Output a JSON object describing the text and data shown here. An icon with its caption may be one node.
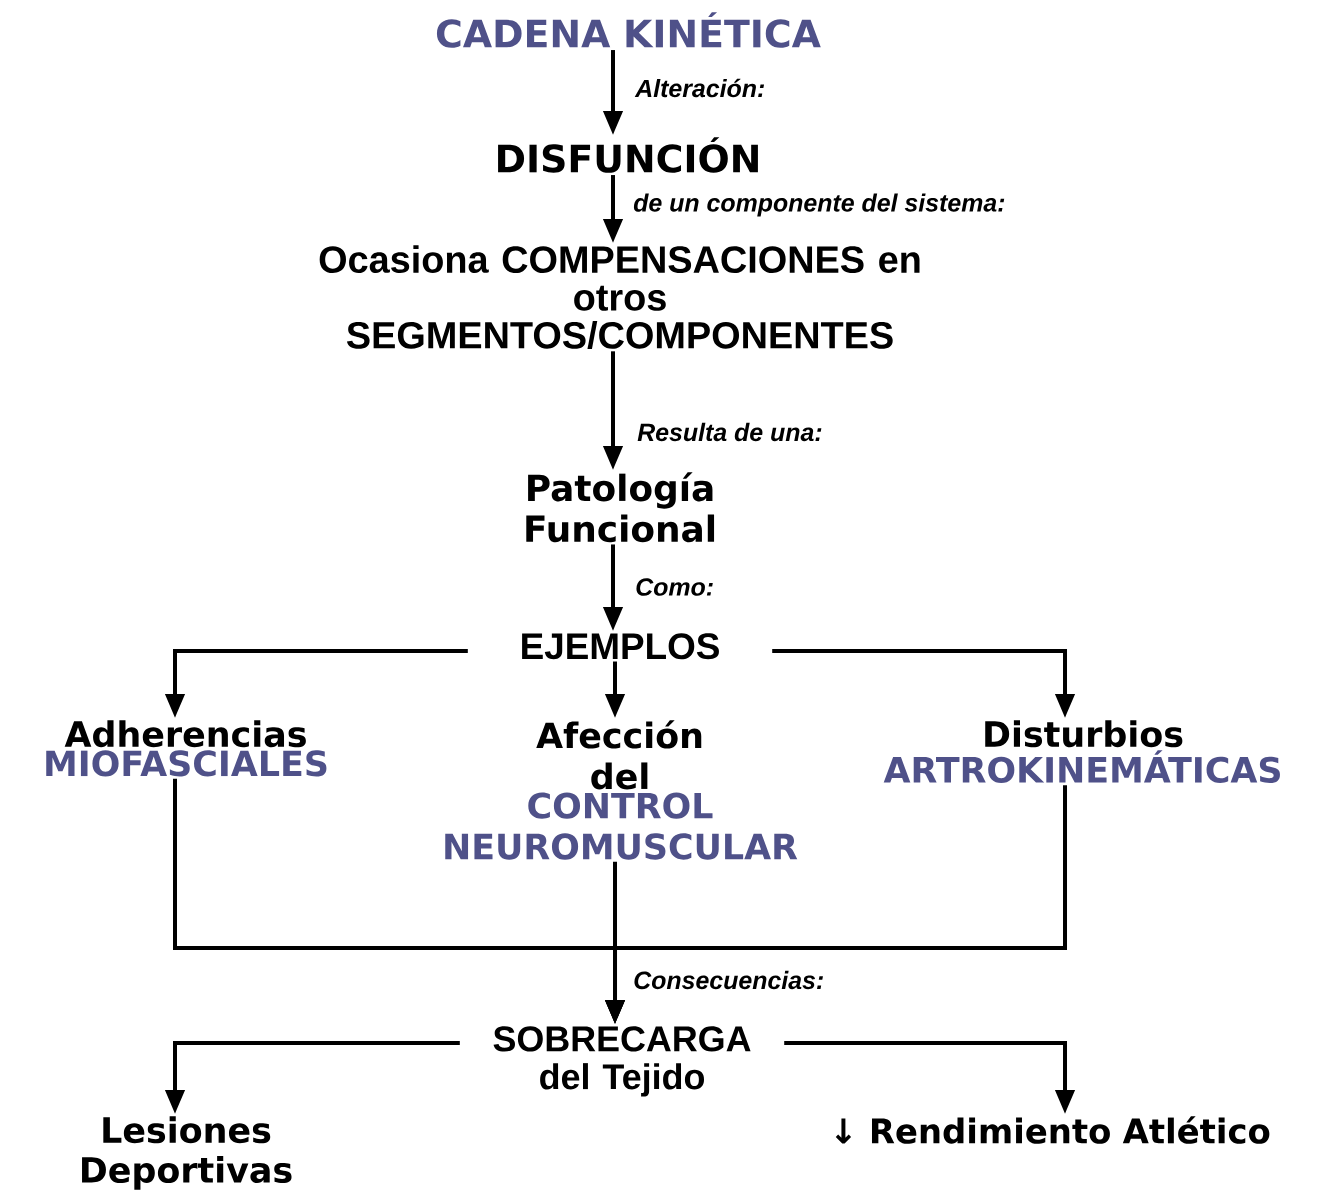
{
  "diagram": {
    "nodes": [
      {
        "text": [
          "CADENA KINÉTICA"
        ]
      },
      {
        "text": [
          "DISFUNCIÓN"
        ]
      },
      {
        "text": [
          "Ocasiona COMPENSACIONES en otros SEGMENTOS/COMPONENTES"
        ]
      },
      {
        "text": [
          "Patología Funcional"
        ]
      },
      {
        "text": [
          "EJEMPLOS"
        ]
      },
      {
        "text": [
          "Adherencias",
          "MIOFASCIALES"
        ]
      },
      {
        "text": [
          "Afección del",
          "CONTROL NEUROMUSCULAR"
        ]
      },
      {
        "text": [
          "Disturbios",
          "ARTROKINEMÁTICAS"
        ]
      },
      {
        "text": [
          "SOBRECARGA del Tejido"
        ]
      },
      {
        "text": [
          "Lesiones Deportivas"
        ]
      },
      {
        "text": [
          "↓ Rendimiento Atlético"
        ]
      }
    ],
    "edges": [
      {
        "from": 0,
        "to": 1,
        "arrow": "to",
        "label": "Alteración:"
      },
      {
        "from": 1,
        "to": 2,
        "arrow": "to",
        "label": "de un componente del sistema:"
      },
      {
        "from": 2,
        "to": 3,
        "arrow": "to",
        "label": "Resulta de una:"
      },
      {
        "from": 3,
        "to": 4,
        "arrow": "to",
        "label": "Como:"
      },
      {
        "from": 4,
        "to": 5,
        "arrow": "to"
      },
      {
        "from": 4,
        "to": 6,
        "arrow": "to"
      },
      {
        "from": 4,
        "to": 7,
        "arrow": "to"
      },
      {
        "from": 5,
        "to": 8,
        "arrow": "to"
      },
      {
        "from": 6,
        "to": 8,
        "arrow": "to",
        "label": "Consecuencias:"
      },
      {
        "from": 7,
        "to": 8,
        "arrow": "to"
      },
      {
        "from": 8,
        "to": 9,
        "arrow": "to"
      },
      {
        "from": 8,
        "to": 10,
        "arrow": "to"
      }
    ]
  }
}
